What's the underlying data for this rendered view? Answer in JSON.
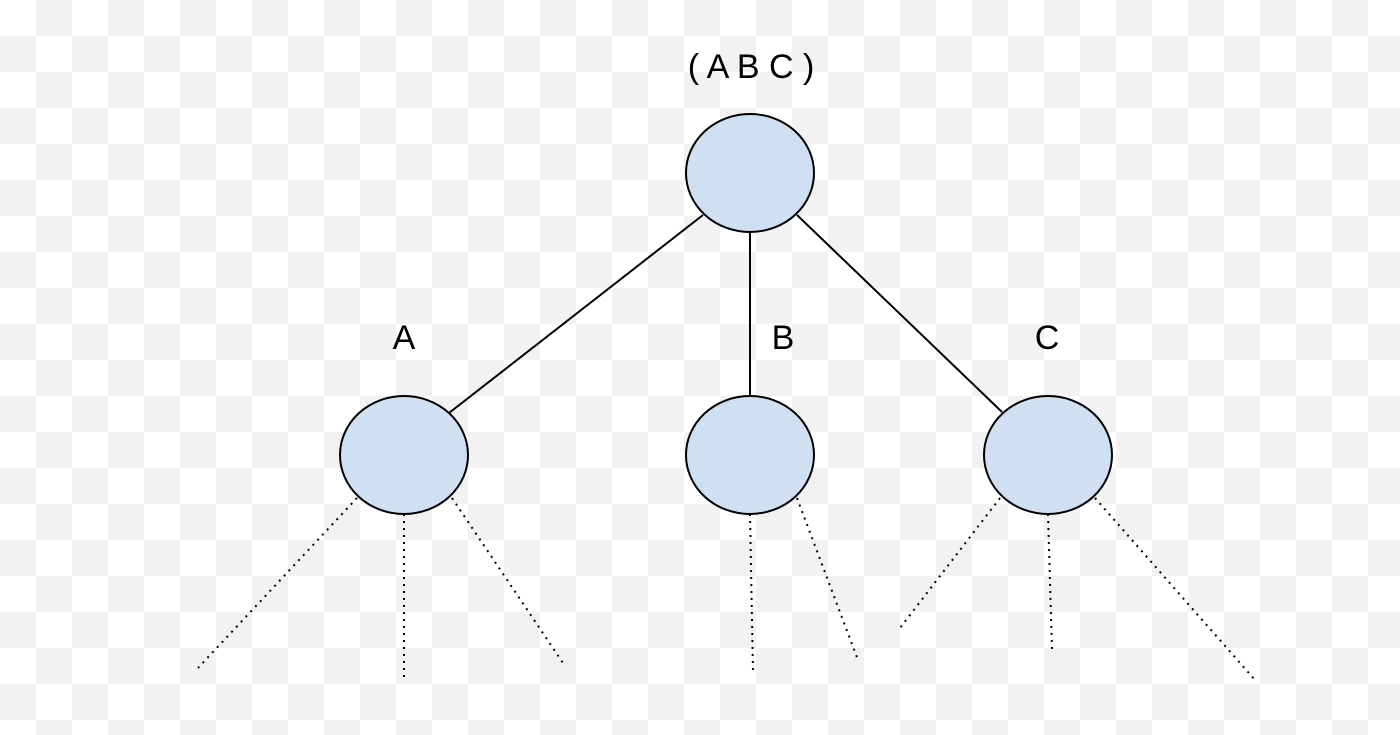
{
  "diagram": {
    "node_fill": "#cfe0f3",
    "node_stroke": "#000000",
    "root": {
      "label": "( A B C )"
    },
    "children": [
      {
        "label": "A"
      },
      {
        "label": "B"
      },
      {
        "label": "C"
      }
    ]
  }
}
